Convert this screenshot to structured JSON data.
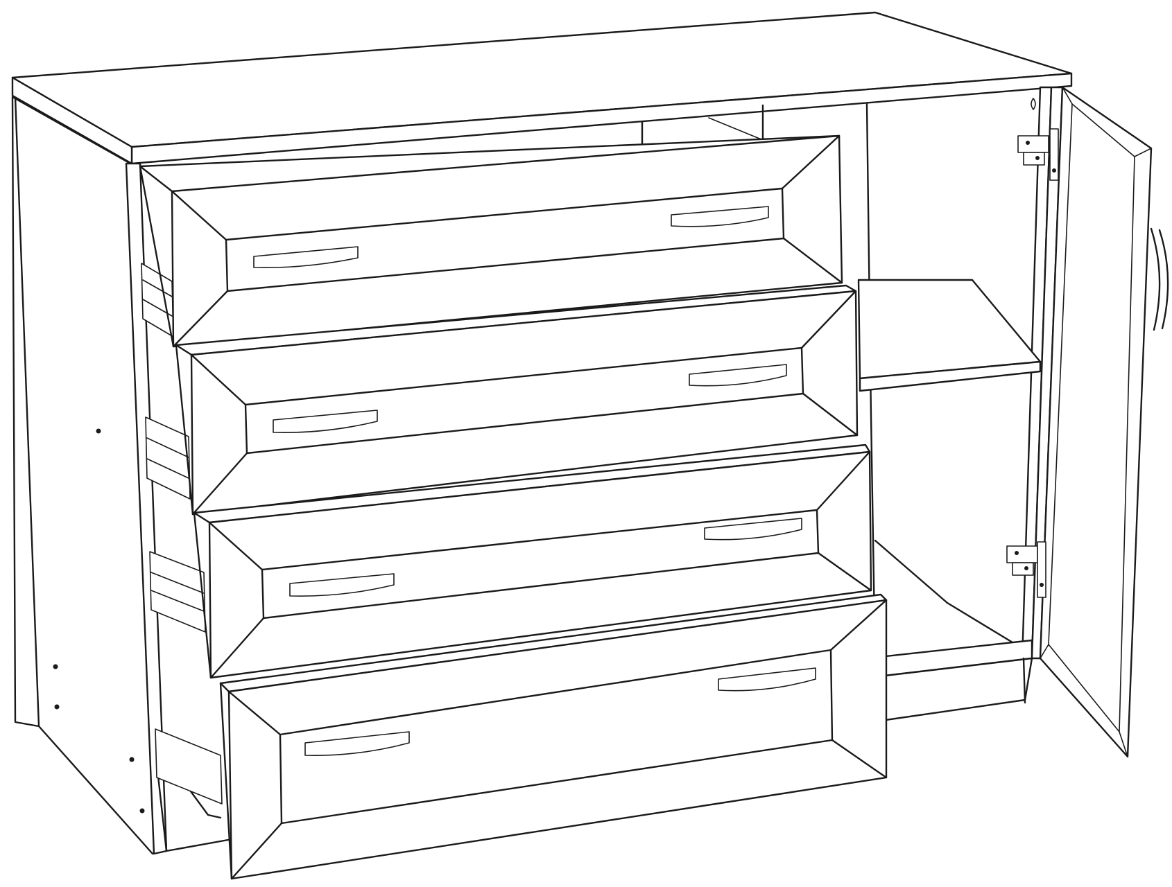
{
  "figure": {
    "subject": "chest-of-drawers-with-cabinet",
    "drawer_count": 4,
    "door_count": 1,
    "door_state": "open",
    "drawers_state": "open",
    "icons": {
      "handle": "curved-bar-handle-icon",
      "hinge": "cabinet-hinge-icon",
      "drawer": "drawer-icon"
    },
    "colors": {
      "line": "#1a1a1a",
      "background": "#ffffff"
    }
  }
}
